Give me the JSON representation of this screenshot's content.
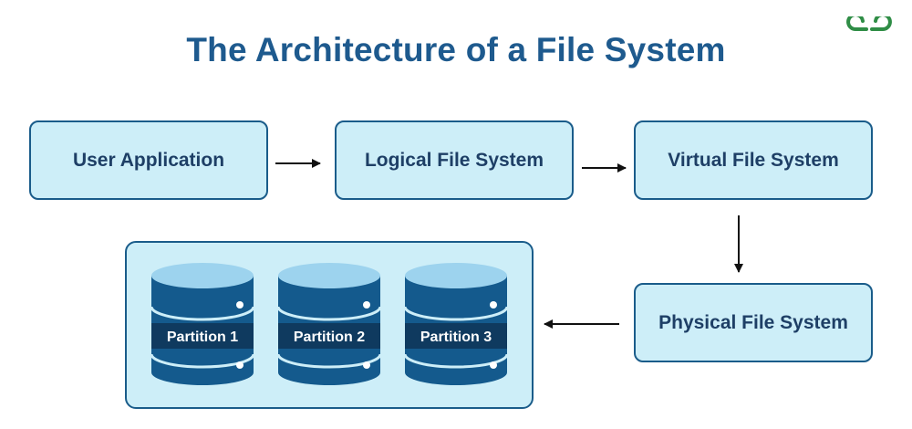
{
  "title": "The Architecture of a File System",
  "logo_icon": "gfg-logo-icon",
  "colors": {
    "title": "#1e5a8e",
    "box_fill": "#cdeef8",
    "box_border": "#1a5c8a",
    "cylinder_body": "#145a8d",
    "cylinder_top": "#9dd3ee",
    "cylinder_band": "#0f3a5f",
    "logo": "#2f8d46"
  },
  "nodes": {
    "user_application": "User Application",
    "logical_fs": "Logical File System",
    "virtual_fs": "Virtual File System",
    "physical_fs": "Physical File System"
  },
  "partitions": [
    "Partition 1",
    "Partition 2",
    "Partition 3"
  ]
}
